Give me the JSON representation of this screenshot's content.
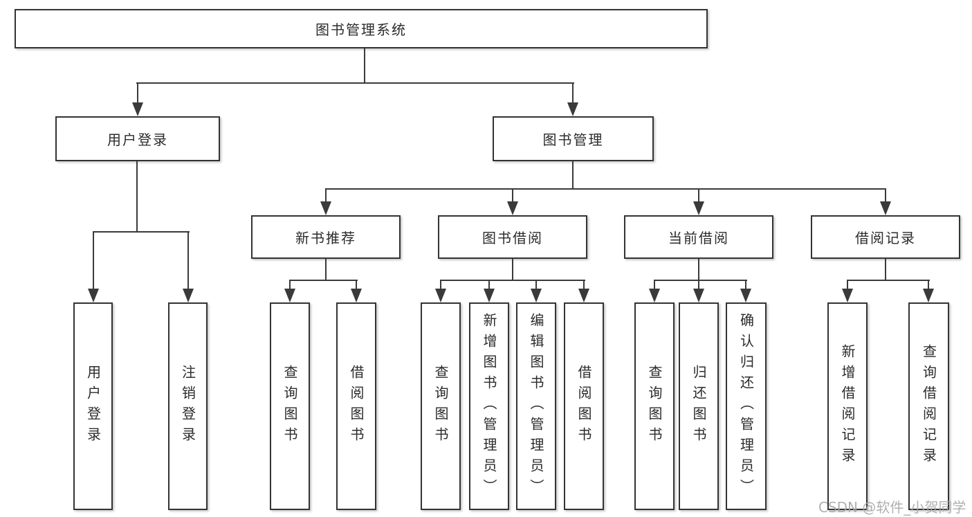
{
  "diagram": {
    "watermark": "CSDN @软件_小贺同学",
    "colors": {
      "line": "#3a3a3a",
      "box_border": "#333333",
      "text": "#2b2b2b",
      "watermark": "#a8a8a8",
      "background": "#ffffff"
    },
    "root": {
      "label": "图书管理系统",
      "children": [
        {
          "label": "用户登录",
          "children": [
            {
              "label": "用户登录"
            },
            {
              "label": "注销登录"
            }
          ]
        },
        {
          "label": "图书管理",
          "children": [
            {
              "label": "新书推荐",
              "children": [
                {
                  "label": "查询图书"
                },
                {
                  "label": "借阅图书"
                }
              ]
            },
            {
              "label": "图书借阅",
              "children": [
                {
                  "label": "查询图书"
                },
                {
                  "label": "新增图书（管理员）"
                },
                {
                  "label": "编辑图书（管理员）"
                },
                {
                  "label": "借阅图书"
                }
              ]
            },
            {
              "label": "当前借阅",
              "children": [
                {
                  "label": "查询图书"
                },
                {
                  "label": "归还图书"
                },
                {
                  "label": "确认归还（管理员）"
                }
              ]
            },
            {
              "label": "借阅记录",
              "children": [
                {
                  "label": "新增借阅记录"
                },
                {
                  "label": "查询借阅记录"
                }
              ]
            }
          ]
        }
      ]
    }
  }
}
